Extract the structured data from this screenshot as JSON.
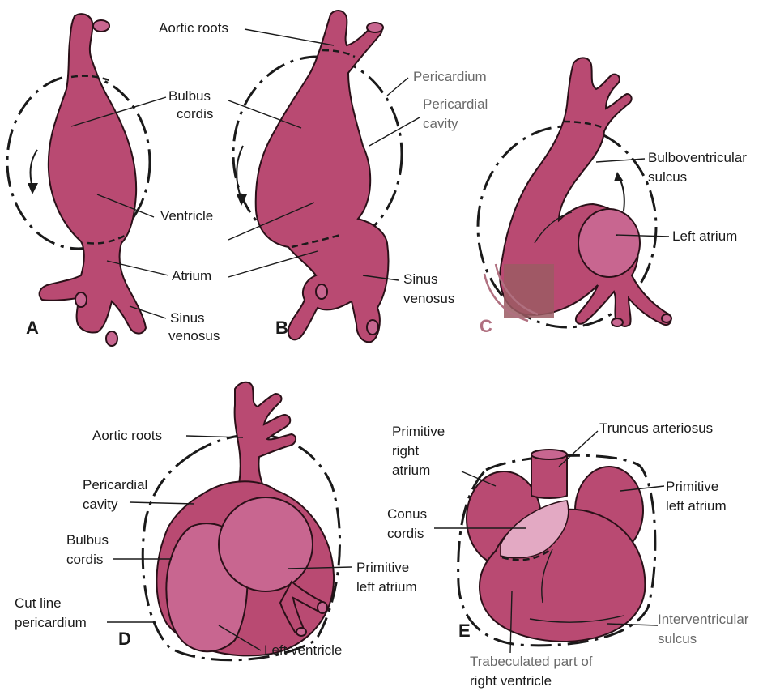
{
  "panels": {
    "A": {
      "letter": "A",
      "labels": {
        "bulbus_1": "Bulbus",
        "bulbus_2": "cordis",
        "ventricle": "Ventricle",
        "atrium": "Atrium",
        "sinus_1": "Sinus",
        "sinus_2": "venosus"
      }
    },
    "B": {
      "letter": "B",
      "labels": {
        "aortic_roots": "Aortic roots",
        "pericardium": "Pericardium",
        "pericardial_cavity_1": "Pericardial",
        "pericardial_cavity_2": "cavity",
        "sinus_1": "Sinus",
        "sinus_2": "venosus"
      }
    },
    "C": {
      "letter": "C",
      "labels": {
        "bulboventricular_1": "Bulboventricular",
        "bulboventricular_2": "sulcus",
        "left_atrium": "Left atrium"
      }
    },
    "D": {
      "letter": "D",
      "labels": {
        "aortic_roots": "Aortic roots",
        "pericardial_cavity_1": "Pericardial",
        "pericardial_cavity_2": "cavity",
        "bulbus_1": "Bulbus",
        "bulbus_2": "cordis",
        "cut_line_1": "Cut line",
        "cut_line_2": "pericardium",
        "primitive_left_atrium_1": "Primitive",
        "primitive_left_atrium_2": "left atrium",
        "left_ventricle": "Left ventricle"
      }
    },
    "E": {
      "letter": "E",
      "labels": {
        "primitive_right_atrium_1": "Primitive",
        "primitive_right_atrium_2": "right",
        "primitive_right_atrium_3": "atrium",
        "truncus": "Truncus arteriosus",
        "primitive_left_atrium_1": "Primitive",
        "primitive_left_atrium_2": "left atrium",
        "conus_1": "Conus",
        "conus_2": "cordis",
        "interventricular_1": "Interventricular",
        "interventricular_2": "sulcus",
        "trabeculated_1": "Trabeculated part of",
        "trabeculated_2": "right ventricle"
      }
    }
  },
  "colors": {
    "tissue": "#b94a72",
    "tissue_light": "#c86690",
    "tissue_pale": "#e3a9c3",
    "outline": "#2a1018",
    "text": "#1a1a1a",
    "grey_text": "#6a6a6a",
    "panel_c_accent": "#b07080"
  }
}
